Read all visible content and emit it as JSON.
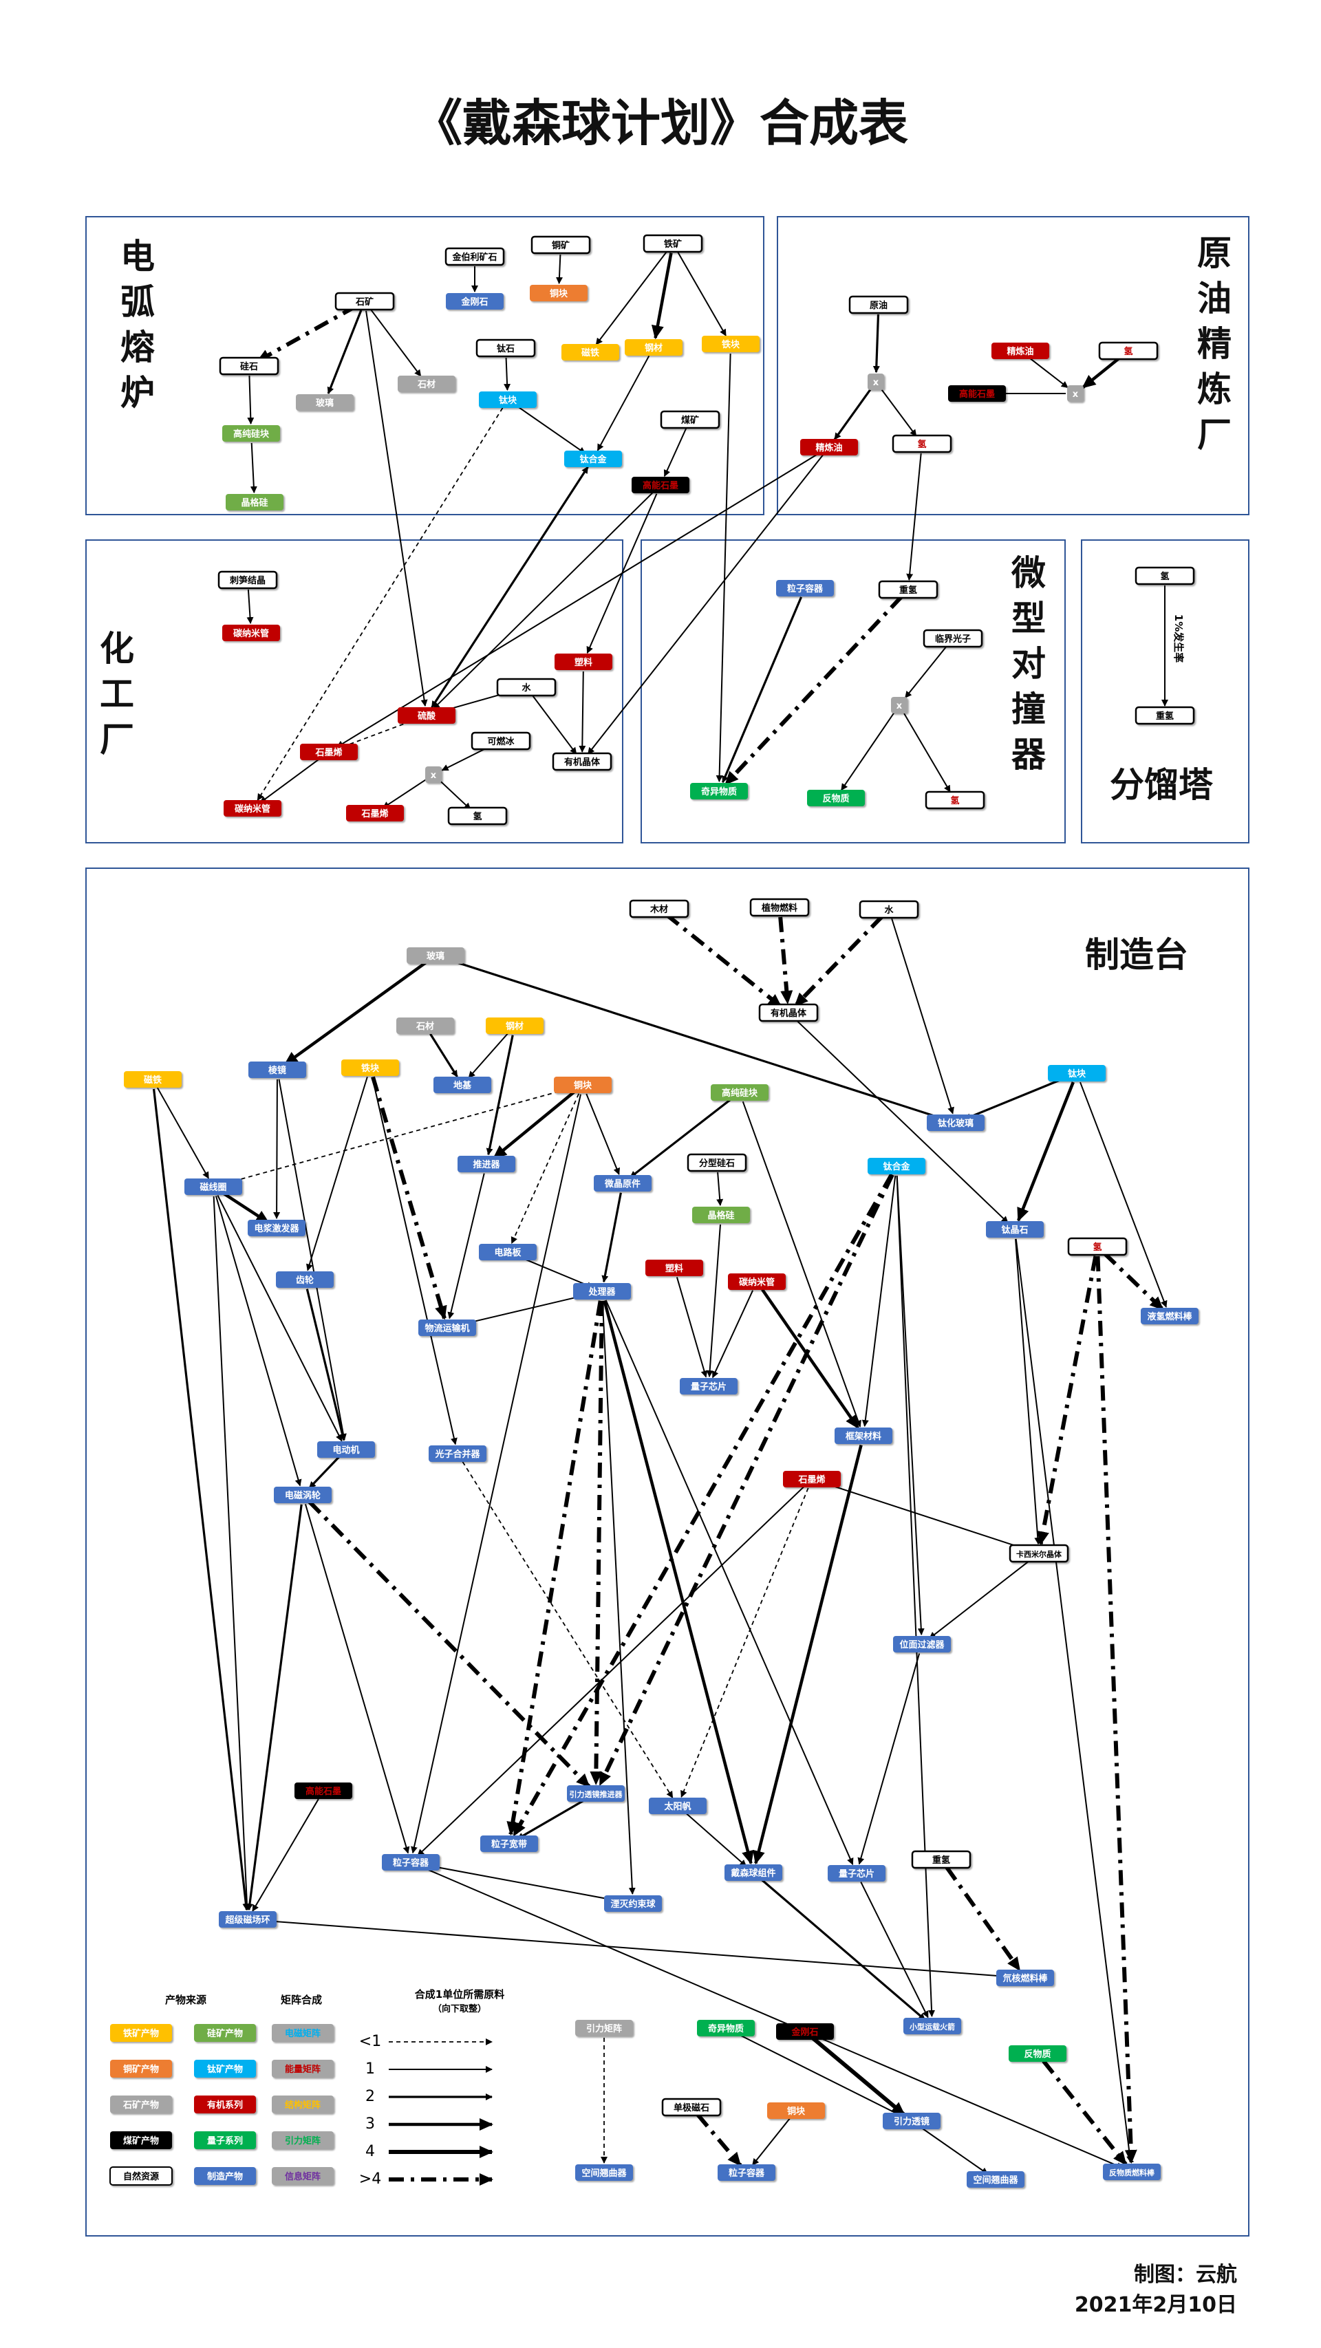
{
  "title": "《戴森球计划》合成表",
  "footer": {
    "author": "制图：云航",
    "date": "2021年2月10日"
  },
  "colors": {
    "yellow": "#FFC000",
    "green": "#70AD47",
    "gray": "#A5A5A5",
    "orange": "#ED7D31",
    "cyan": "#00B0F0",
    "red": "#C00000",
    "black": "#000000",
    "dkgreen": "#00B050",
    "blue": "#4472C4",
    "white": "#FFFFFF",
    "purple": "#7030A0"
  },
  "panels": [
    {
      "id": "arc",
      "label": "电\n弧\n熔\n炉"
    },
    {
      "id": "refinery",
      "label": "原\n油\n精\n炼\n厂"
    },
    {
      "id": "chem",
      "label": "化\n工\n厂"
    },
    {
      "id": "collider",
      "label": "微\n型\n对\n撞\n器"
    },
    {
      "id": "fraction",
      "label": "分馏塔"
    },
    {
      "id": "assembler",
      "label": "制造台"
    }
  ],
  "nodes": [
    {
      "id": "a_tieore_gems",
      "label": "金伯利矿石",
      "kind": "white"
    },
    {
      "id": "a_diamond",
      "label": "金刚石",
      "kind": "blue"
    },
    {
      "id": "a_cuore",
      "label": "铜矿",
      "kind": "white"
    },
    {
      "id": "a_cuingot",
      "label": "铜块",
      "kind": "orange"
    },
    {
      "id": "a_feore",
      "label": "铁矿",
      "kind": "white"
    },
    {
      "id": "a_stone",
      "label": "石矿",
      "kind": "white"
    },
    {
      "id": "a_silicon",
      "label": "硅石",
      "kind": "white"
    },
    {
      "id": "a_glass",
      "label": "玻璃",
      "kind": "gray"
    },
    {
      "id": "a_stonebrick",
      "label": "石材",
      "kind": "gray"
    },
    {
      "id": "a_magnet",
      "label": "磁铁",
      "kind": "yellow"
    },
    {
      "id": "a_steel",
      "label": "钢材",
      "kind": "yellow"
    },
    {
      "id": "a_feingot",
      "label": "铁块",
      "kind": "yellow"
    },
    {
      "id": "a_tiore",
      "label": "钛石",
      "kind": "white"
    },
    {
      "id": "a_tiingot",
      "label": "钛块",
      "kind": "cyan"
    },
    {
      "id": "a_hpsi",
      "label": "高纯硅块",
      "kind": "green"
    },
    {
      "id": "a_crystalsi",
      "label": "晶格硅",
      "kind": "green"
    },
    {
      "id": "a_coal",
      "label": "煤矿",
      "kind": "white"
    },
    {
      "id": "a_tialloy",
      "label": "钛合金",
      "kind": "cyan"
    },
    {
      "id": "a_graphite",
      "label": "高能石墨",
      "kind": "black"
    },
    {
      "id": "r_oil",
      "label": "原油",
      "kind": "white"
    },
    {
      "id": "r_x",
      "label": "x",
      "kind": "xgray"
    },
    {
      "id": "r_refoil",
      "label": "精炼油",
      "kind": "red"
    },
    {
      "id": "r_h",
      "label": "氢",
      "kind": "whitered"
    },
    {
      "id": "r_refoil2",
      "label": "精炼油",
      "kind": "red"
    },
    {
      "id": "r_h2",
      "label": "氢",
      "kind": "whitered"
    },
    {
      "id": "r_x2",
      "label": "x",
      "kind": "xgray"
    },
    {
      "id": "r_graphite",
      "label": "高能石墨",
      "kind": "black"
    },
    {
      "id": "c_spine",
      "label": "刺笋结晶",
      "kind": "white"
    },
    {
      "id": "c_nanotube1",
      "label": "碳纳米管",
      "kind": "red"
    },
    {
      "id": "c_plastic",
      "label": "塑料",
      "kind": "red"
    },
    {
      "id": "c_water",
      "label": "水",
      "kind": "white"
    },
    {
      "id": "c_acid",
      "label": "硫酸",
      "kind": "red"
    },
    {
      "id": "c_ice",
      "label": "可燃冰",
      "kind": "white"
    },
    {
      "id": "c_graphene1",
      "label": "石墨烯",
      "kind": "red"
    },
    {
      "id": "c_organic",
      "label": "有机晶体",
      "kind": "white"
    },
    {
      "id": "c_x",
      "label": "x",
      "kind": "xgray"
    },
    {
      "id": "c_nanotube2",
      "label": "碳纳米管",
      "kind": "red"
    },
    {
      "id": "c_graphene2",
      "label": "石墨烯",
      "kind": "red"
    },
    {
      "id": "c_h",
      "label": "氢",
      "kind": "white"
    },
    {
      "id": "m_container",
      "label": "粒子容器",
      "kind": "blue"
    },
    {
      "id": "m_deut",
      "label": "重氢",
      "kind": "white"
    },
    {
      "id": "m_photon",
      "label": "临界光子",
      "kind": "white"
    },
    {
      "id": "m_x",
      "label": "x",
      "kind": "xgray"
    },
    {
      "id": "m_strange",
      "label": "奇异物质",
      "kind": "dkgreen"
    },
    {
      "id": "m_anti",
      "label": "反物质",
      "kind": "dkgreen"
    },
    {
      "id": "m_h",
      "label": "氢",
      "kind": "whitered"
    },
    {
      "id": "f_h",
      "label": "氢",
      "kind": "white"
    },
    {
      "id": "f_rate",
      "label": "1%发生率",
      "kind": "text"
    },
    {
      "id": "f_deut",
      "label": "重氢",
      "kind": "white"
    },
    {
      "id": "z_wood",
      "label": "木材",
      "kind": "white"
    },
    {
      "id": "z_plant",
      "label": "植物燃料",
      "kind": "white"
    },
    {
      "id": "z_water",
      "label": "水",
      "kind": "white"
    },
    {
      "id": "z_organic",
      "label": "有机晶体",
      "kind": "white"
    },
    {
      "id": "z_glass",
      "label": "玻璃",
      "kind": "gray"
    },
    {
      "id": "z_stone",
      "label": "石材",
      "kind": "gray"
    },
    {
      "id": "z_steel",
      "label": "钢材",
      "kind": "yellow"
    },
    {
      "id": "z_magnet",
      "label": "磁铁",
      "kind": "yellow"
    },
    {
      "id": "z_prism",
      "label": "棱镜",
      "kind": "blue"
    },
    {
      "id": "z_feingot",
      "label": "铁块",
      "kind": "yellow"
    },
    {
      "id": "z_found",
      "label": "地基",
      "kind": "blue"
    },
    {
      "id": "z_cuingot",
      "label": "铜块",
      "kind": "orange"
    },
    {
      "id": "z_hpsi",
      "label": "高纯硅块",
      "kind": "green"
    },
    {
      "id": "z_tiglass",
      "label": "钛化玻璃",
      "kind": "blue"
    },
    {
      "id": "z_tiingot",
      "label": "钛块",
      "kind": "cyan"
    },
    {
      "id": "z_coil",
      "label": "磁线圈",
      "kind": "blue"
    },
    {
      "id": "z_plasmaex",
      "label": "电浆激发器",
      "kind": "blue"
    },
    {
      "id": "z_thruster",
      "label": "推进器",
      "kind": "blue"
    },
    {
      "id": "z_micro",
      "label": "微晶原件",
      "kind": "blue"
    },
    {
      "id": "z_fracsi",
      "label": "分型硅石",
      "kind": "white"
    },
    {
      "id": "z_tialloy",
      "label": "钛合金",
      "kind": "cyan"
    },
    {
      "id": "z_ticrystal",
      "label": "钛晶石",
      "kind": "blue"
    },
    {
      "id": "z_hydrogen",
      "label": "氢",
      "kind": "whitered"
    },
    {
      "id": "z_gear",
      "label": "齿轮",
      "kind": "blue"
    },
    {
      "id": "z_circuit",
      "label": "电路板",
      "kind": "blue"
    },
    {
      "id": "z_crystalsi",
      "label": "晶格硅",
      "kind": "green"
    },
    {
      "id": "z_hydrofuel",
      "label": "液氢燃料棒",
      "kind": "blue"
    },
    {
      "id": "z_processor",
      "label": "处理器",
      "kind": "blue"
    },
    {
      "id": "z_plastic",
      "label": "塑料",
      "kind": "red"
    },
    {
      "id": "z_nanotube",
      "label": "碳纳米管",
      "kind": "red"
    },
    {
      "id": "z_conveyor",
      "label": "物流运输机",
      "kind": "blue"
    },
    {
      "id": "z_chip",
      "label": "量子芯片",
      "kind": "blue"
    },
    {
      "id": "z_motor",
      "label": "电动机",
      "kind": "blue"
    },
    {
      "id": "z_splitter",
      "label": "光子合并器",
      "kind": "blue"
    },
    {
      "id": "z_frame",
      "label": "框架材料",
      "kind": "blue"
    },
    {
      "id": "z_graphene",
      "label": "石墨烯",
      "kind": "red"
    },
    {
      "id": "z_turbine",
      "label": "电磁涡轮",
      "kind": "blue"
    },
    {
      "id": "z_casimir",
      "label": "卡西米尔晶体",
      "kind": "white"
    },
    {
      "id": "z_filter",
      "label": "位面过滤器",
      "kind": "blue"
    },
    {
      "id": "z_graphite",
      "label": "高能石墨",
      "kind": "black"
    },
    {
      "id": "z_gravlens",
      "label": "引力透镜推进器",
      "kind": "blue"
    },
    {
      "id": "z_container",
      "label": "粒子容器",
      "kind": "blue"
    },
    {
      "id": "z_deflector",
      "label": "粒子宽带",
      "kind": "blue"
    },
    {
      "id": "z_solar",
      "label": "太阳帆",
      "kind": "blue"
    },
    {
      "id": "z_dyson",
      "label": "戴森球组件",
      "kind": "blue"
    },
    {
      "id": "z_qchip",
      "label": "量子芯片",
      "kind": "blue"
    },
    {
      "id": "z_supermag",
      "label": "超级磁场环",
      "kind": "blue"
    },
    {
      "id": "z_annihil",
      "label": "湮灭约束球",
      "kind": "blue"
    },
    {
      "id": "z_deut",
      "label": "重氢",
      "kind": "white"
    },
    {
      "id": "z_deutfuel",
      "label": "氘核燃料棒",
      "kind": "blue"
    },
    {
      "id": "z_miniball",
      "label": "小型运载火箭",
      "kind": "blue"
    },
    {
      "id": "z_gravmx",
      "label": "引力矩阵",
      "kind": "gray"
    },
    {
      "id": "z_strange",
      "label": "奇异物质",
      "kind": "dkgreen"
    },
    {
      "id": "z_diamond",
      "label": "金刚石",
      "kind": "black"
    },
    {
      "id": "z_antimatter",
      "label": "反物质",
      "kind": "dkgreen"
    },
    {
      "id": "z_singlecr",
      "label": "单极磁石",
      "kind": "white"
    },
    {
      "id": "z_cuingot2",
      "label": "铜块",
      "kind": "orange"
    },
    {
      "id": "z_gravlens2",
      "label": "引力透镜",
      "kind": "blue"
    },
    {
      "id": "z_spacewarp1",
      "label": "空间翘曲器",
      "kind": "blue"
    },
    {
      "id": "z_container2",
      "label": "粒子容器",
      "kind": "blue"
    },
    {
      "id": "z_spacewarp2",
      "label": "空间翘曲器",
      "kind": "blue"
    },
    {
      "id": "z_antifuel",
      "label": "反物质燃料棒",
      "kind": "blue"
    }
  ],
  "legend": {
    "source_title": "产物来源",
    "matrix_title": "矩阵合成",
    "qty_title": "合成1单位所需原料",
    "qty_subtitle": "（向下取整）",
    "source_items": [
      {
        "label": "铁矿产物",
        "kind": "yellow"
      },
      {
        "label": "硅矿产物",
        "kind": "green"
      },
      {
        "label": "铜矿产物",
        "kind": "orange"
      },
      {
        "label": "钛矿产物",
        "kind": "cyan"
      },
      {
        "label": "石矿产物",
        "kind": "gray"
      },
      {
        "label": "有机系列",
        "kind": "red"
      },
      {
        "label": "煤矿产物",
        "kind": "black"
      },
      {
        "label": "量子系列",
        "kind": "dkgreen"
      },
      {
        "label": "自然资源",
        "kind": "white"
      },
      {
        "label": "制造产物",
        "kind": "blue"
      }
    ],
    "matrix_items": [
      {
        "label": "电磁矩阵",
        "color": "#00B0F0"
      },
      {
        "label": "能量矩阵",
        "color": "#C00000"
      },
      {
        "label": "结构矩阵",
        "color": "#FFC000"
      },
      {
        "label": "引力矩阵",
        "color": "#00B050"
      },
      {
        "label": "信息矩阵",
        "color": "#7030A0"
      }
    ],
    "qty_items": [
      "<1",
      "1",
      "2",
      "3",
      "4",
      ">4"
    ]
  }
}
